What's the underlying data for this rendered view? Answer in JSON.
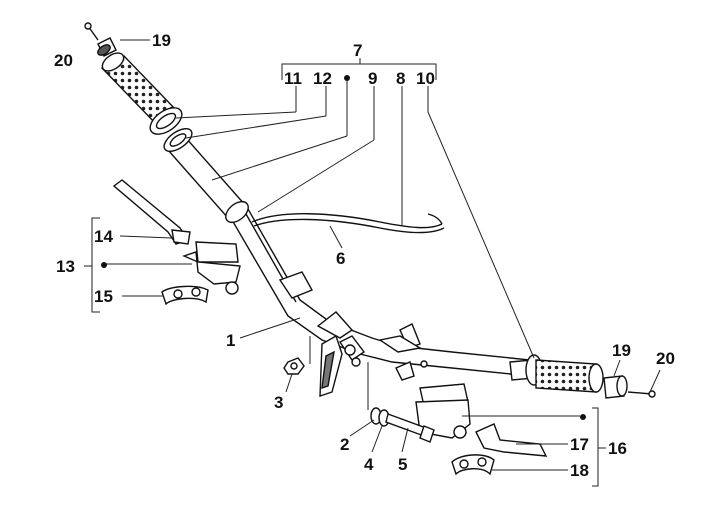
{
  "diagram": {
    "callouts": {
      "n1": "1",
      "n2": "2",
      "n3": "3",
      "n4": "4",
      "n5": "5",
      "n6": "6",
      "n7": "7",
      "n8": "8",
      "n9": "9",
      "n10": "10",
      "n11": "11",
      "n12": "12",
      "n13": "13",
      "n14": "14",
      "n15": "15",
      "n16": "16",
      "n17": "17",
      "n18": "18",
      "n19_top": "19",
      "n19_right": "19",
      "n20_top": "20",
      "n20_right": "20"
    }
  }
}
